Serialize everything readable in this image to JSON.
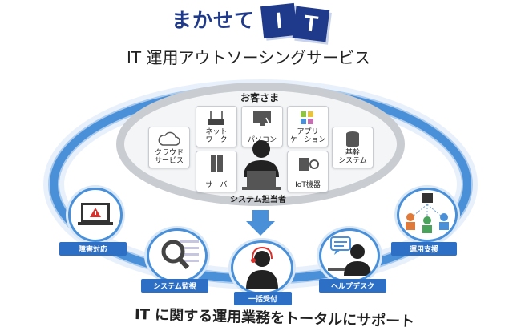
{
  "brand": {
    "prefix": "まかせて",
    "letters": [
      "I",
      "T"
    ]
  },
  "subtitle": "IT 運用アウトソーシングサービス",
  "customer": {
    "title": "お客さま",
    "admin_label": "システム担当者",
    "items": [
      {
        "label": "クラウド\nサービス",
        "icon": "cloud-icon"
      },
      {
        "label": "ネット\nワーク",
        "icon": "router-icon"
      },
      {
        "label": "パソコン",
        "icon": "monitor-icon"
      },
      {
        "label": "アプリ\nケーション",
        "icon": "app-grid-icon"
      },
      {
        "label": "基幹\nシステム",
        "icon": "database-icon"
      },
      {
        "label": "サーバ",
        "icon": "server-icon"
      },
      {
        "label": "IoT機器",
        "icon": "iot-device-icon"
      }
    ]
  },
  "services": [
    {
      "label": "障害対応",
      "icon": "laptop-warning-icon"
    },
    {
      "label": "システム監視",
      "icon": "magnifier-icon"
    },
    {
      "label": "一括受付",
      "icon": "headset-operator-icon"
    },
    {
      "label": "ヘルプデスク",
      "icon": "chat-support-icon"
    },
    {
      "label": "運用支援",
      "icon": "team-network-icon"
    }
  ],
  "tagline": "IT に関する運用業務をトータルにサポート",
  "colors": {
    "brand": "#1f3a8a",
    "ring": "#4a90d9",
    "label_bg": "#2c6fc4",
    "inner_ring": "#c9ccd1"
  }
}
